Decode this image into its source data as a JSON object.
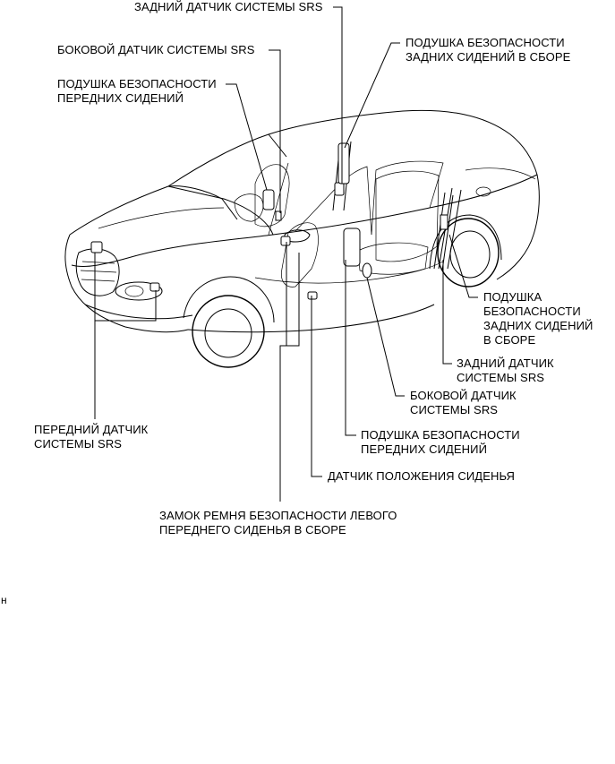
{
  "labels": {
    "rear_sensor_top": "ЗАДНИЙ ДАТЧИК СИСТЕМЫ SRS",
    "side_sensor_top": "БОКОВОЙ ДАТЧИК СИСТЕМЫ SRS",
    "front_seat_airbag_top": [
      "ПОДУШКА БЕЗОПАСНОСТИ",
      "ПЕРЕДНИХ СИДЕНИЙ"
    ],
    "rear_seat_airbag_top": [
      "ПОДУШКА БЕЗОПАСНОСТИ",
      "ЗАДНИХ СИДЕНИЙ В СБОРЕ"
    ],
    "rear_seat_airbag_right": [
      "ПОДУШКА",
      "БЕЗОПАСНОСТИ",
      "ЗАДНИХ СИДЕНИЙ",
      "В СБОРЕ"
    ],
    "rear_sensor_right": [
      "ЗАДНИЙ ДАТЧИК",
      "СИСТЕМЫ SRS"
    ],
    "side_sensor_right": [
      "БОКОВОЙ ДАТЧИК",
      "СИСТЕМЫ SRS"
    ],
    "front_seat_airbag_bottom": [
      "ПОДУШКА БЕЗОПАСНОСТИ",
      "ПЕРЕДНИХ СИДЕНИЙ"
    ],
    "seat_position_sensor": "ДАТЧИК ПОЛОЖЕНИЯ СИДЕНЬЯ",
    "buckle_switch": [
      "ЗАМОК РЕМНЯ БЕЗОПАСНОСТИ ЛЕВОГО",
      "ПЕРЕДНЕГО СИДЕНЬЯ В СБОРЕ"
    ],
    "front_sensor": [
      "ПЕРЕДНИЙ ДАТЧИК",
      "СИСТЕМЫ SRS"
    ],
    "stray_mark": "н"
  }
}
